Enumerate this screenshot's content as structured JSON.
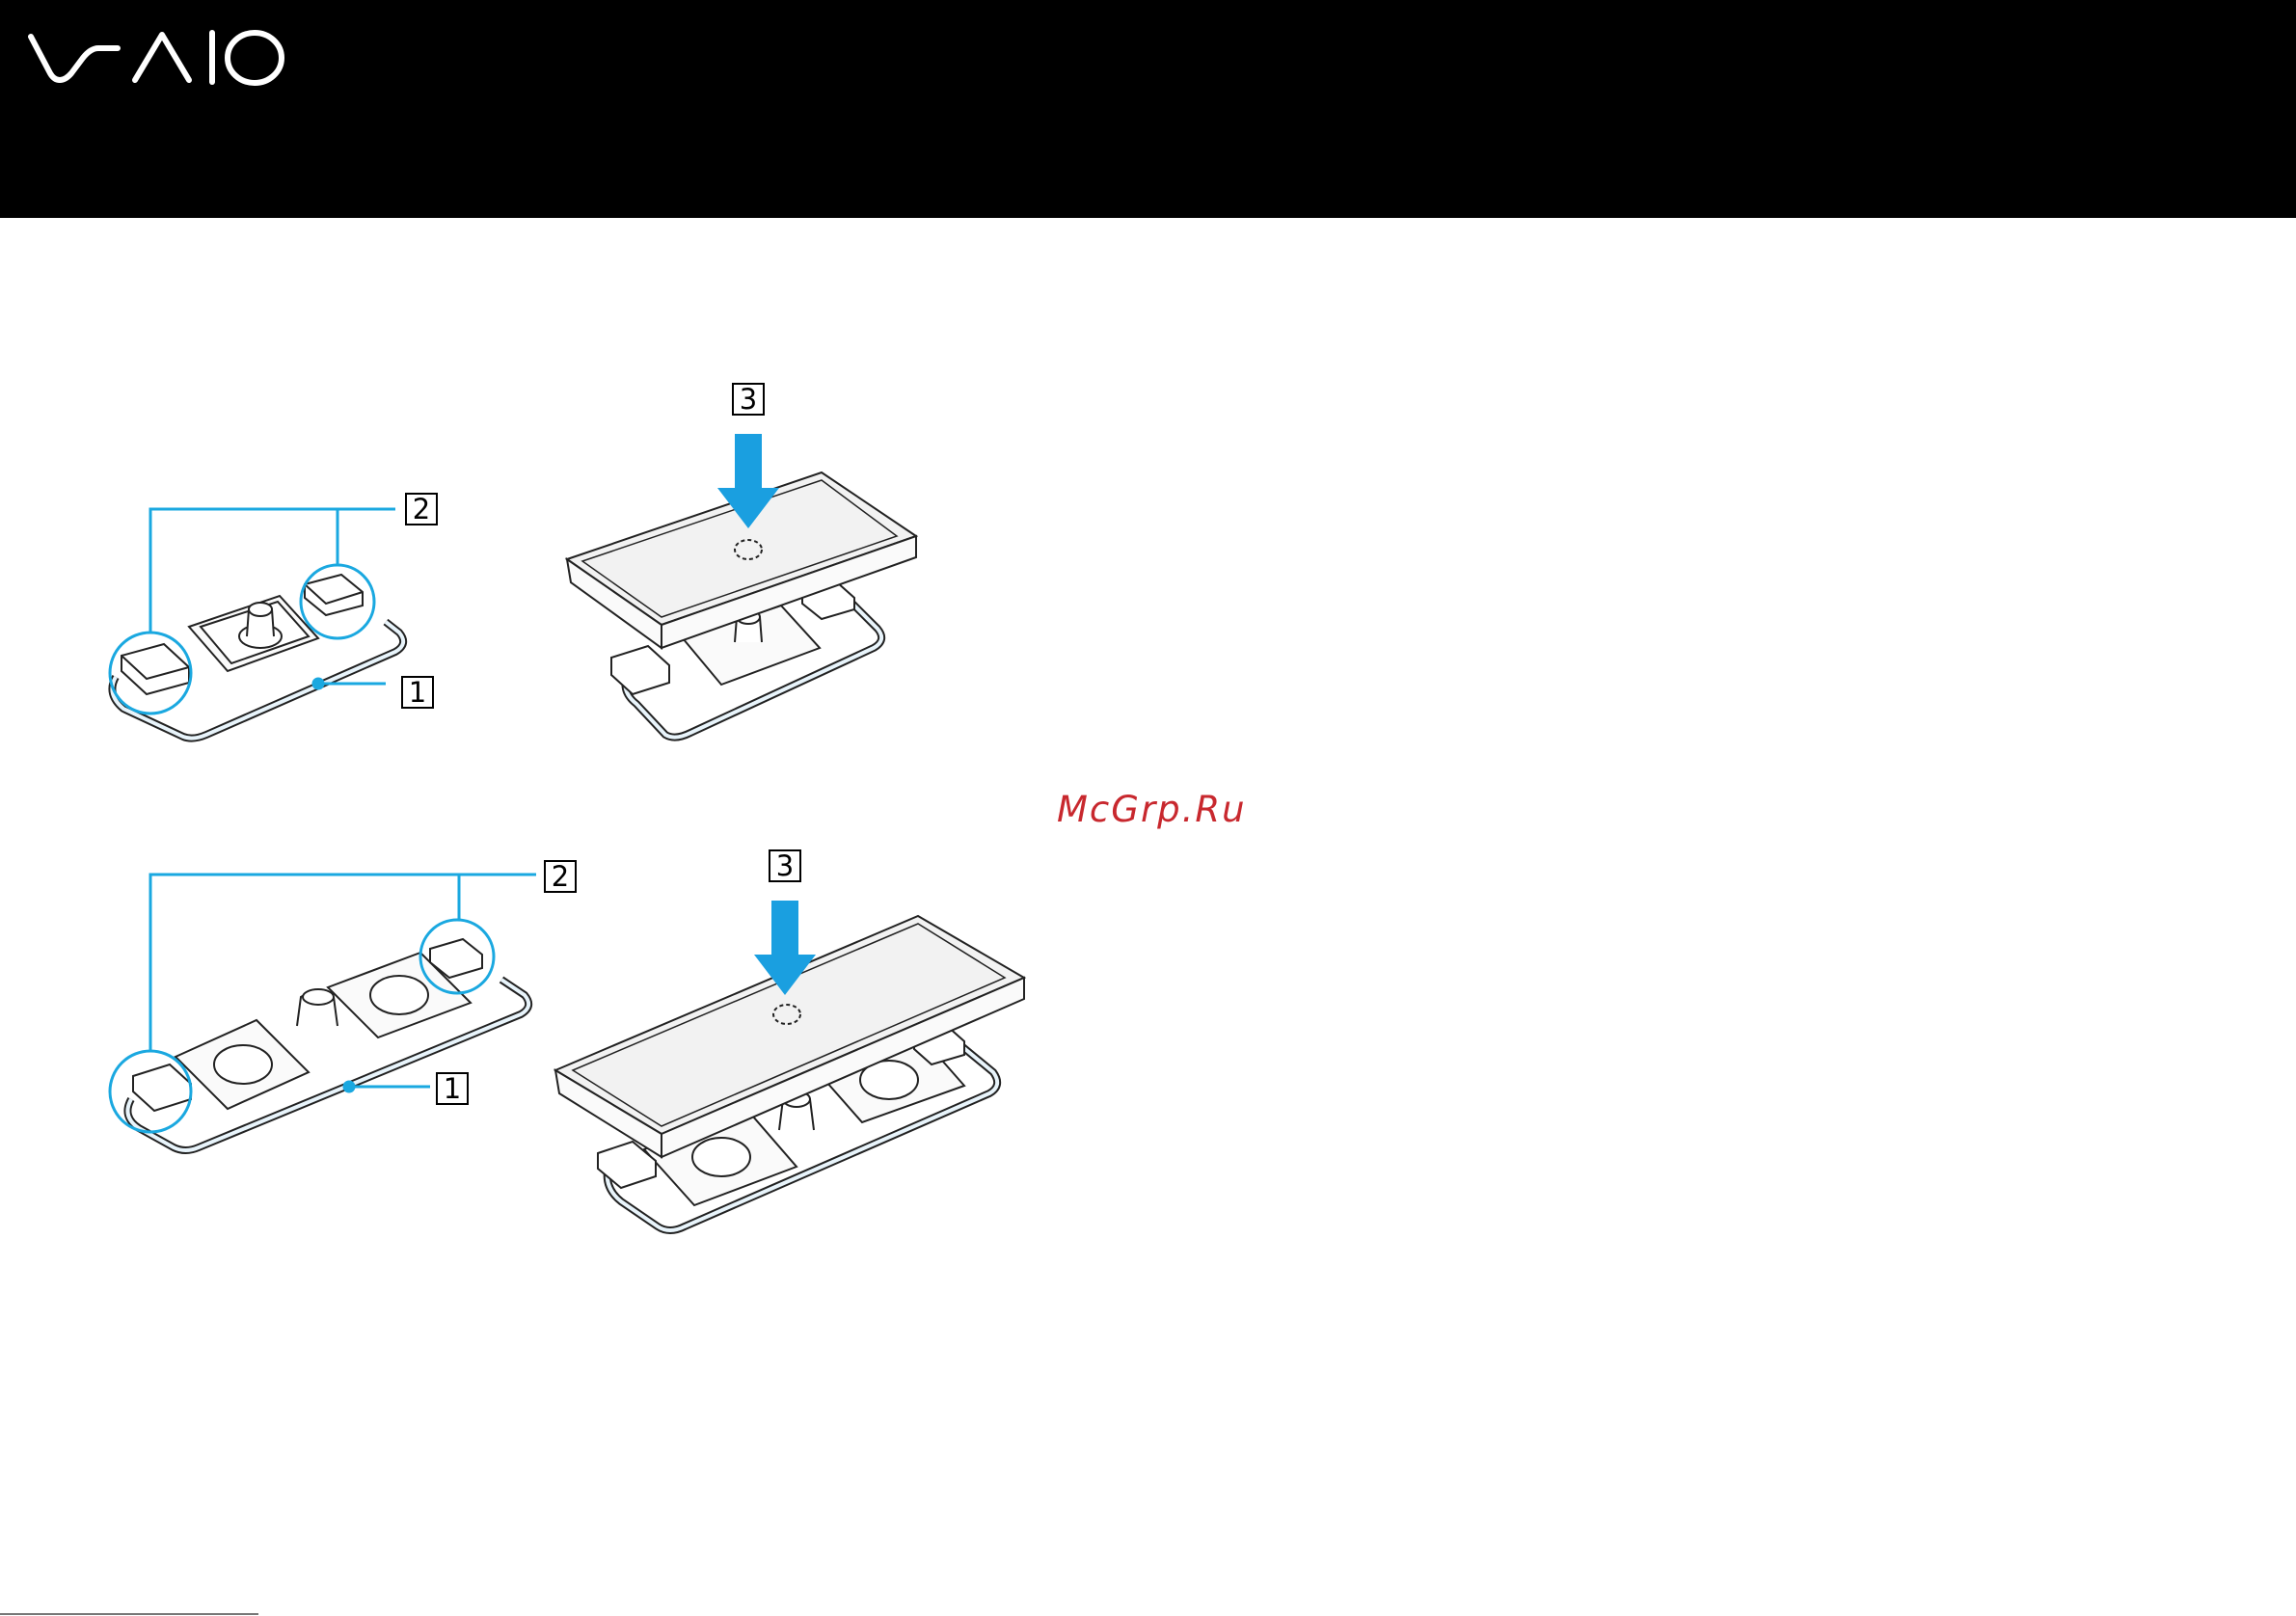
{
  "header": {
    "logo_name": "vaio-logo",
    "background": "#000000",
    "logo_color": "#ffffff"
  },
  "figure_top": {
    "callouts": [
      "1",
      "2",
      "3"
    ]
  },
  "figure_bottom": {
    "callouts": [
      "1",
      "2",
      "3"
    ]
  },
  "colors": {
    "leader_line": "#1aa8e0",
    "arrow": "#1a9fe0",
    "outline": "#222222",
    "keycap_fill": "#f2f2f2"
  },
  "watermark": {
    "text": "McGrp.Ru",
    "color": "#c8282e"
  }
}
